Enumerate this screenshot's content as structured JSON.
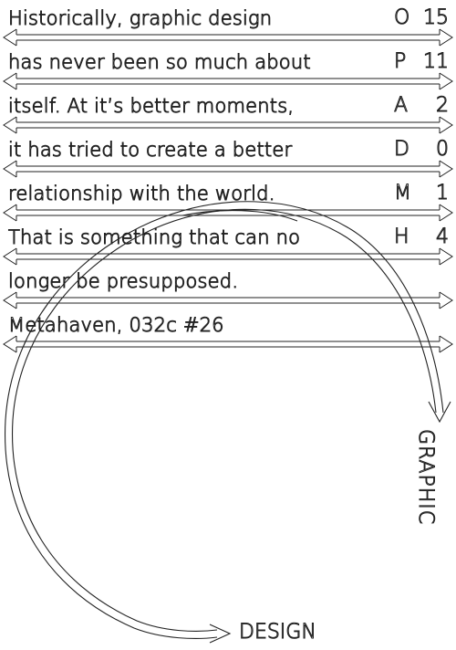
{
  "colors": {
    "background": "#ffffff",
    "stroke": "#222222"
  },
  "quote": {
    "lines": [
      "Historically, graphic design",
      "has never been so much about",
      "itself. At it’s better moments,",
      "it has tried to create a better",
      "relationship with the world.",
      "That is something that can no",
      "longer be presupposed.",
      "Metahaven, 032c #26"
    ]
  },
  "tally": [
    {
      "letter": "O",
      "count": "15"
    },
    {
      "letter": "P",
      "count": "11"
    },
    {
      "letter": "A",
      "count": "2"
    },
    {
      "letter": "D",
      "count": "0"
    },
    {
      "letter": "M",
      "count": "1"
    },
    {
      "letter": "H",
      "count": "4"
    }
  ],
  "labels": {
    "vertical": "GRAPHIC",
    "horizontal": "DESIGN"
  },
  "icons": {
    "row_divider": "double-headed-arrow-icon",
    "circle_arrow": "circular-arrow-icon"
  }
}
